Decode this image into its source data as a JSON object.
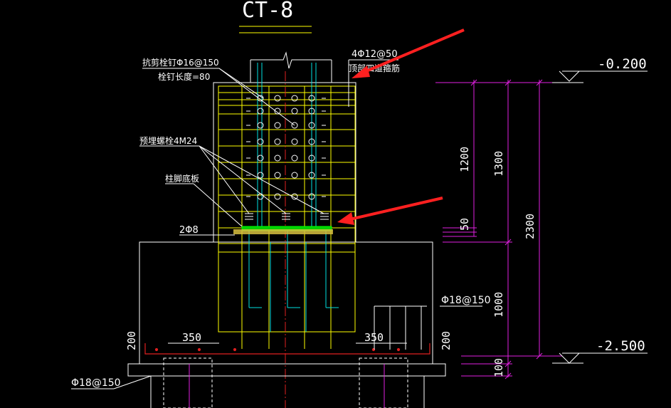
{
  "title": "CT-8",
  "elevations": {
    "top": "-0.200",
    "bottom": "-2.500"
  },
  "labels": {
    "shear_studs": "抗剪栓钉Φ16@150",
    "stud_length": "栓钉长度=80",
    "top_rebar": "4Φ12@50",
    "top_note": "顶部四道箍筋",
    "anchor_bolts": "预埋螺栓4M24",
    "base_plate": "柱脚底板",
    "bars_2": "2Φ8",
    "rebar_right": "Φ18@150",
    "rebar_left": "Φ18@150"
  },
  "dimensions": {
    "d1200": "1200",
    "d50": "50",
    "d1300": "1300",
    "d2300": "2300",
    "d1000": "1000",
    "d100": "100",
    "d350_left": "350",
    "d350_right": "350",
    "d200_left": "200",
    "d200_right": "200"
  },
  "colors": {
    "background": "#000000",
    "outline": "#ffffff",
    "pier": "#ffff00",
    "text": "#ffffff",
    "dimension": "#e020e0",
    "stirrup": "#00e0e0",
    "rebar": "#e02020",
    "grout": "#00ff00",
    "arrow": "#ff2020"
  }
}
